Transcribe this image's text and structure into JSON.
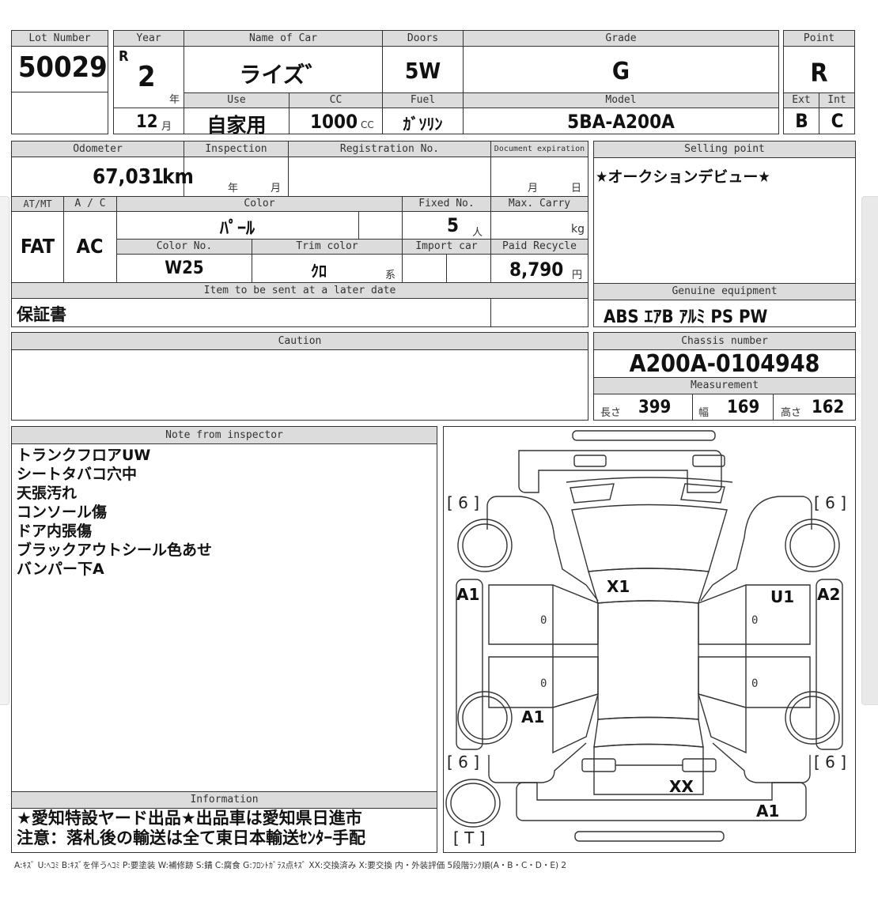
{
  "header": {
    "lot_number_label": "Lot Number",
    "lot_number": "50029",
    "year_label": "Year",
    "era": "R",
    "year": "2",
    "year_unit": "年",
    "month": "12",
    "month_unit": "月",
    "name_label": "Name of Car",
    "name": "ライズ゛",
    "doors_label": "Doors",
    "doors": "5W",
    "grade_label": "Grade",
    "grade": "G",
    "point_label": "Point",
    "point": "R",
    "use_label": "Use",
    "use": "自家用",
    "cc_label": "CC",
    "cc": "1000",
    "cc_unit": "CC",
    "fuel_label": "Fuel",
    "fuel": "ｶﾞｿﾘﾝ",
    "model_label": "Model",
    "model": "5BA-A200A",
    "ext_label": "Ext",
    "ext": "B",
    "int_label": "Int",
    "int": "C"
  },
  "details": {
    "odometer_label": "Odometer",
    "odometer": "67,031",
    "odometer_unit": "km",
    "inspection_label": "Inspection",
    "inspection_year_unit": "年",
    "inspection_month_unit": "月",
    "registration_label": "Registration No.",
    "registration": "",
    "doc_exp_label": "Document expiration",
    "doc_exp_month_unit": "月",
    "doc_exp_day_unit": "日",
    "atmt_label": "AT/MT",
    "atmt": "FAT",
    "ac_label": "A / C",
    "ac": "AC",
    "color_label": "Color",
    "color": "ﾊﾟｰﾙ",
    "fixed_label": "Fixed No.",
    "fixed": "5",
    "fixed_unit": "人",
    "max_carry_label": "Max. Carry",
    "max_carry": "",
    "max_carry_unit": "kg",
    "color_no_label": "Color No.",
    "color_no": "W25",
    "trim_label": "Trim color",
    "trim": "ｸﾛ",
    "trim_unit": "系",
    "import_label": "Import car",
    "recycle_label": "Paid Recycle",
    "recycle": "8,790",
    "recycle_unit": "円",
    "later_label": "Item to be sent at a later date",
    "later": "保証書"
  },
  "selling": {
    "label": "Selling point",
    "text": "★オークションデビュー★",
    "equipment_label": "Genuine equipment",
    "equipment": "ABS ｴｱB ｱﾙﾐ PS PW"
  },
  "caution": {
    "label": "Caution",
    "text": ""
  },
  "chassis": {
    "label": "Chassis number",
    "value": "A200A-0104948",
    "measurement_label": "Measurement",
    "length_label": "長さ",
    "length": "399",
    "width_label": "幅",
    "width": "169",
    "height_label": "高さ",
    "height": "162"
  },
  "inspector": {
    "label": "Note from inspector",
    "lines": [
      "トランクフロアUW",
      "シートタバコ穴中",
      "天張汚れ",
      "コンソール傷",
      "ドア内張傷",
      "ブラックアウトシール色あせ",
      "バンパー下A"
    ]
  },
  "information": {
    "label": "Information",
    "lines": [
      "★愛知特設ヤード出品★出品車は愛知県日進市",
      "注意：落札後の輸送は全て東日本輸送ｾﾝﾀｰ手配"
    ]
  },
  "diagram": {
    "bracket_fl": "[ 6 ]",
    "bracket_fr": "[ 6 ]",
    "bracket_rl": "[ 6 ]",
    "bracket_rr": "[ 6 ]",
    "bracket_t": "[ T ]",
    "mark_x1": "X1",
    "mark_a1_left_front": "A1",
    "mark_u1": "U1",
    "mark_a2": "A2",
    "mark_a1_left_rear": "A1",
    "mark_xx": "XX",
    "mark_a1_rear_bumper": "A1",
    "zero": "0"
  },
  "legend": "A:ｷｽﾞ  U:ﾍｺﾐ  B:ｷｽﾞを伴うﾍｺﾐ  P:要塗装  W:補修跡  S:錆  C:腐食  G:ﾌﾛﾝﾄｶﾞﾗｽ点ｷｽﾞ  XX:交換済み  X:要交換   内・外装評価  5段階ﾗﾝｸ順(A・B・C・D・E) 2"
}
